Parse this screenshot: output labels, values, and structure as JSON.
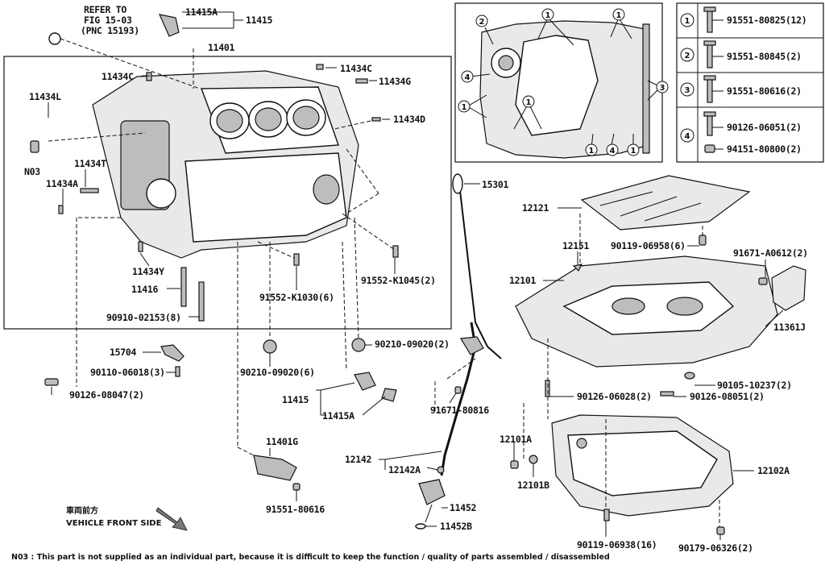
{
  "labels": {
    "refer": [
      "REFER TO",
      "FIG 15-03",
      "(PNC 15193)"
    ],
    "p11415A_top": "11415A",
    "p11415_top": "11415",
    "p11401": "11401",
    "p11434C_a": "11434C",
    "p11434C_b": "11434C",
    "p11434G": "11434G",
    "p11434L": "11434L",
    "p11434D": "11434D",
    "n03": "N03",
    "p11434T": "11434T",
    "p11434A": "11434A",
    "p11434Y": "11434Y",
    "p11416": "11416",
    "p90910": "90910-02153(8)",
    "p91552_k1030": "91552-K1030(6)",
    "p91552_k1045": "91552-K1045(2)",
    "p15704": "15704",
    "p90110": "90110-06018(3)",
    "p90126_08047": "90126-08047(2)",
    "p90210_a": "90210-09020(6)",
    "p90210_b": "90210-09020(2)",
    "p11415_mid": "11415",
    "p11415A_mid": "11415A",
    "p11401G": "11401G",
    "p91551_80616": "91551-80616",
    "p15301": "15301",
    "p91671_80816": "91671-80816",
    "p12142": "12142",
    "p12142A": "12142A",
    "p11452": "11452",
    "p11452B": "11452B",
    "p12121": "12121",
    "p90119_06958": "90119-06958(6)",
    "p12151": "12151",
    "p91671_a0612": "91671-A0612(2)",
    "p12101": "12101",
    "p11361J": "11361J",
    "p90105": "90105-10237(2)",
    "p90126_06028": "90126-06028(2)",
    "p90126_08051": "90126-08051(2)",
    "p12101A": "12101A",
    "p12101B": "12101B",
    "p12102A": "12102A",
    "p90119_06938": "90119-06938(16)",
    "p90179": "90179-06326(2)"
  },
  "legend": {
    "rows": [
      {
        "num": "1",
        "parts": [
          "91551-80825(12)"
        ]
      },
      {
        "num": "2",
        "parts": [
          "91551-80845(2)"
        ]
      },
      {
        "num": "3",
        "parts": [
          "91551-80616(2)"
        ]
      },
      {
        "num": "4",
        "parts": [
          "90126-06051(2)",
          "94151-80800(2)"
        ]
      }
    ]
  },
  "detail_callouts": [
    "1",
    "2",
    "3",
    "4"
  ],
  "direction": {
    "jp": "車両前方",
    "en": "VEHICLE FRONT SIDE"
  },
  "footnote": "N03 : This part is not supplied as an individual part, because it is difficult to keep the function / quality of parts  assembled / disassembled"
}
